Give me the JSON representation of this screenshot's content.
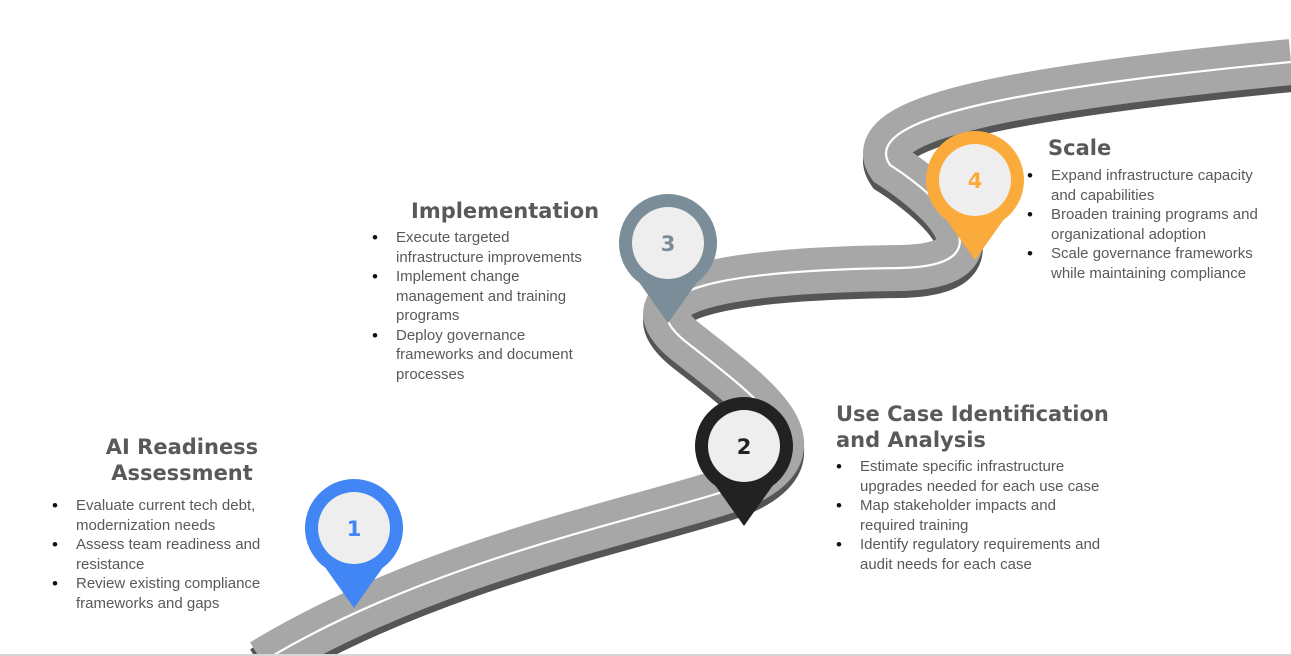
{
  "stages": [
    {
      "number": "1",
      "color": "#4285f4",
      "title_lines": [
        "AI Readiness",
        "Assessment"
      ],
      "points": [
        "Evaluate current tech debt, modernization needs",
        "Assess team readiness and resistance",
        "Review existing compliance frameworks and gaps"
      ]
    },
    {
      "number": "2",
      "color": "#222222",
      "title_lines": [
        "Use Case Identification",
        "and Analysis"
      ],
      "points": [
        "Estimate specific infrastructure upgrades needed for each use case",
        "Map stakeholder impacts and required training",
        "Identify regulatory requirements and audit needs for each case"
      ]
    },
    {
      "number": "3",
      "color": "#7a8d99",
      "title_lines": [
        "Implementation"
      ],
      "points": [
        "Execute targeted infrastructure improvements",
        "Implement change management and training programs",
        "Deploy governance frameworks and document processes"
      ]
    },
    {
      "number": "4",
      "color": "#fbab3b",
      "title_lines": [
        "Scale"
      ],
      "points": [
        "Expand infrastructure capacity and capabilities",
        "Broaden training programs and organizational adoption",
        "Scale governance frameworks while maintaining compliance"
      ]
    }
  ]
}
